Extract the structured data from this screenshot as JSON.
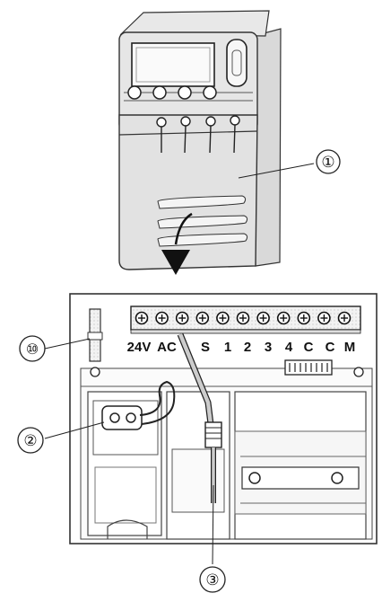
{
  "callouts": {
    "cover": "①",
    "transformer": "②",
    "cable": "③",
    "fuse": "⑩"
  },
  "terminal_labels": [
    "24V",
    "AC",
    "S",
    "1",
    "2",
    "3",
    "4",
    "C",
    "C",
    "M"
  ],
  "icons": {
    "arrow": "down-arrow-icon",
    "screw": "terminal-screw-icon"
  }
}
